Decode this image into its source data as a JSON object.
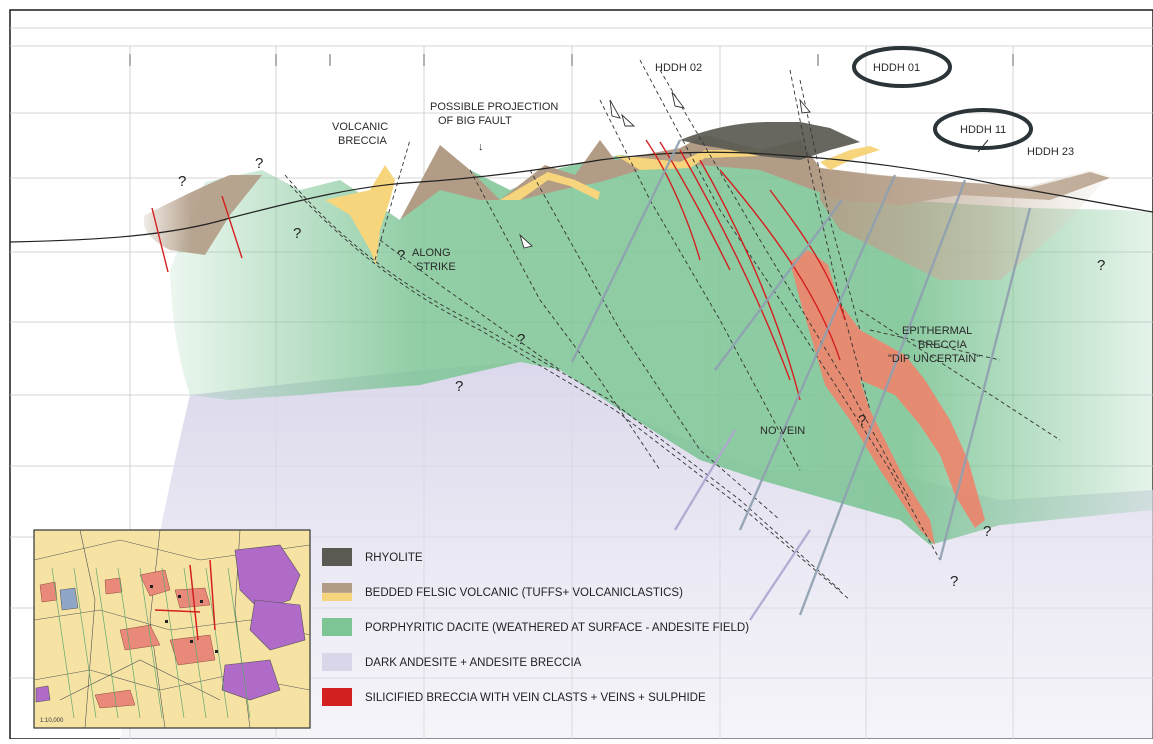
{
  "colors": {
    "rhyolite": "#5a5a52",
    "bedded_felsic": "#b29c86",
    "bedded_felsic_light": "#f7d57c",
    "porphyritic_dacite": "#7ec596",
    "dark_andesite": "#d9d6ea",
    "silicified_breccia": "#f0826a",
    "vein_red": "#d42020",
    "grid": "#c8c8c8",
    "drill_hole": "#9aa6b4"
  },
  "drill_holes": [
    {
      "label": "HDDH 02",
      "circled": false
    },
    {
      "label": "HDDH 01",
      "circled": true
    },
    {
      "label": "HDDH 11",
      "circled": true
    },
    {
      "label": "HDDH 23",
      "circled": false
    }
  ],
  "annotations": {
    "volcanic_breccia": [
      "VOLCANIC",
      "BRECCIA"
    ],
    "fault_projection": [
      "POSSIBLE PROJECTION",
      "OF BIG FAULT"
    ],
    "fault_arrow": "↓",
    "along_strike": [
      "ALONG",
      "STRIKE"
    ],
    "epithermal": [
      "EPITHERMAL",
      "BRECCIA",
      "\"DIP UNCERTAIN\""
    ],
    "no_vein": "NO VEIN",
    "question": "?"
  },
  "legend": [
    {
      "key": "rhyolite",
      "label": "RHYOLITE"
    },
    {
      "key": "bedded_felsic",
      "label": "BEDDED FELSIC VOLCANIC (TUFFS+ VOLCANICLASTICS)"
    },
    {
      "key": "porphyritic_dacite",
      "label": "PORPHYRITIC DACITE (WEATHERED AT SURFACE - ANDESITE FIELD)"
    },
    {
      "key": "dark_andesite",
      "label": "DARK ANDESITE + ANDESITE BRECCIA"
    },
    {
      "key": "silicified_breccia",
      "label": "SILICIFIED BRECCIA WITH VEIN CLASTS + VEINS + SULPHIDE"
    }
  ],
  "inset": {
    "scale": "1:10,000"
  }
}
